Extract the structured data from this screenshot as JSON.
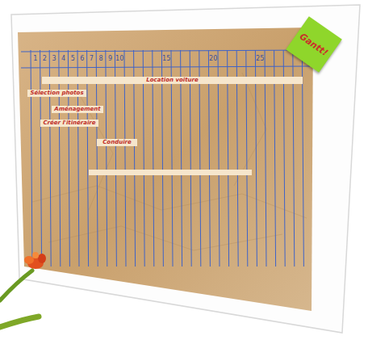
{
  "diagram": {
    "nodes": [
      {
        "text": [
          "Location voiture"
        ]
      },
      {
        "text": [
          "Sélection photos"
        ]
      },
      {
        "text": [
          "Aménagement"
        ]
      },
      {
        "text": [
          "Créer l'itinéraire"
        ]
      },
      {
        "text": [
          "Conduire"
        ]
      },
      {
        "text": [
          "Gantt!"
        ]
      }
    ],
    "labels": [
      "1",
      "2",
      "3",
      "4",
      "5",
      "6",
      "7",
      "8",
      "9",
      "10",
      "15",
      "20",
      "25"
    ]
  }
}
